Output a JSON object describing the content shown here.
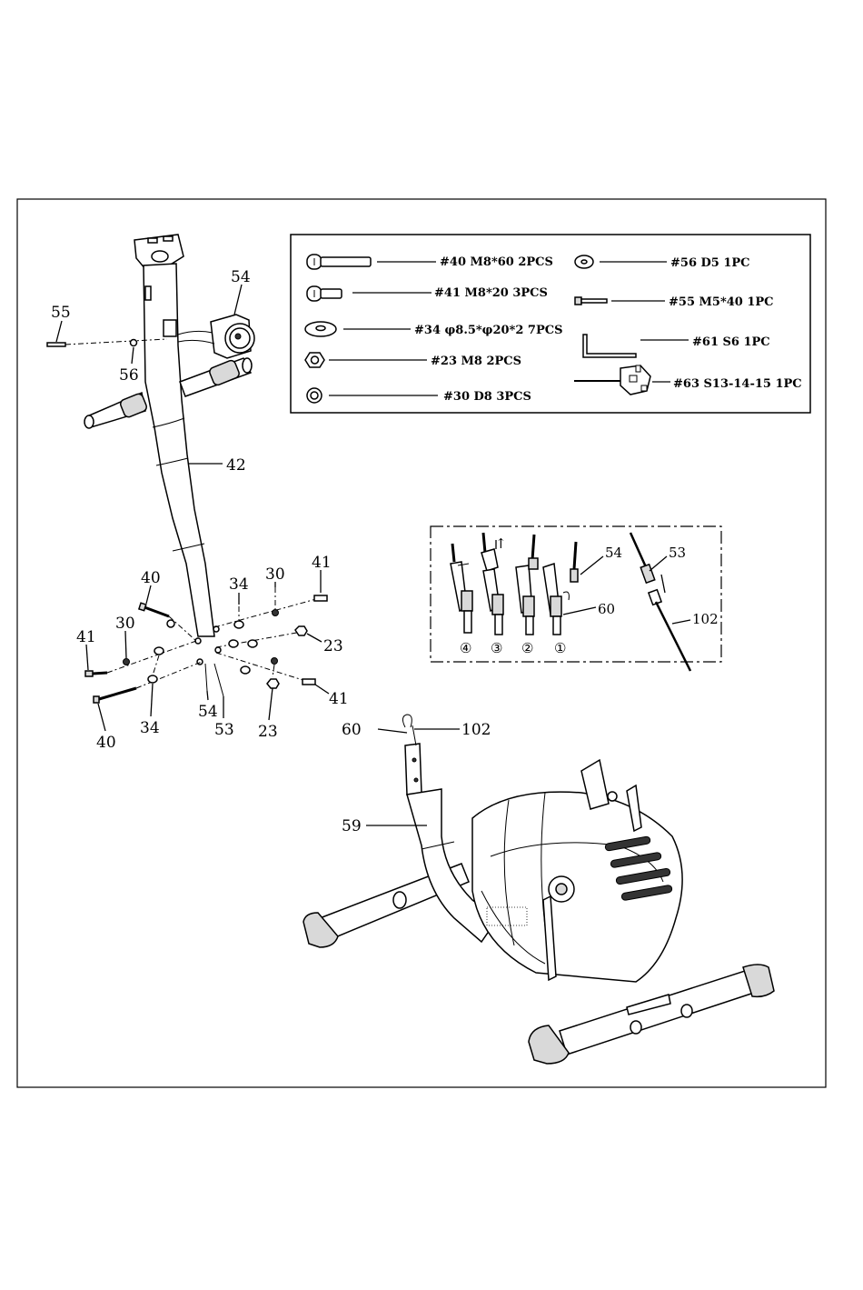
{
  "parts_list": [
    {
      "label": "#40 M8*60 2PCS",
      "icon": "bolt-long-icon"
    },
    {
      "label": "#41 M8*20 3PCS",
      "icon": "bolt-short-icon"
    },
    {
      "label": "#34 φ8.5*φ20*2 7PCS",
      "icon": "washer-curved-icon"
    },
    {
      "label": "#23 M8  2PCS",
      "icon": "hex-nut-icon"
    },
    {
      "label": "#30 D8 3PCS",
      "icon": "spring-washer-icon"
    },
    {
      "label": "#56 D5 1PC",
      "icon": "small-washer-icon"
    },
    {
      "label": "#55 M5*40 1PC",
      "icon": "screw-icon"
    },
    {
      "label": "#61 S6  1PC",
      "icon": "allen-key-icon"
    },
    {
      "label": "#63 S13-14-15 1PC",
      "icon": "spanner-icon"
    }
  ],
  "callouts": {
    "c55": "55",
    "c56": "56",
    "c54_top": "54",
    "c42": "42",
    "c40_top": "40",
    "c34_top": "34",
    "c30_top": "30",
    "c41_top": "41",
    "c41_left": "41",
    "c30_left": "30",
    "c23_right": "23",
    "c41_right": "41",
    "c40_bottom": "40",
    "c34_bottom": "34",
    "c54_bottom": "54",
    "c53_bottom": "53",
    "c23_bottom": "23",
    "c60": "60",
    "c102": "102",
    "c59": "59"
  },
  "detail": {
    "c54": "54",
    "c53": "53",
    "c60": "60",
    "c102": "102",
    "steps": [
      "④",
      "③",
      "②",
      "①"
    ]
  }
}
